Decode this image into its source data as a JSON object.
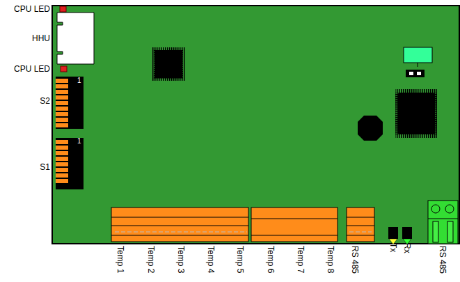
{
  "diagram": {
    "labels": [
      "CPU LED",
      "HHU",
      "CPU LED",
      "1",
      "S2",
      "1",
      "S1",
      "Temp 1",
      "Temp 2",
      "Temp 3",
      "Temp 4",
      "Temp 5",
      "Temp 6",
      "Temp 7",
      "Temp 8",
      "RS 485",
      "Tx",
      "Rx",
      "RS 485"
    ]
  }
}
